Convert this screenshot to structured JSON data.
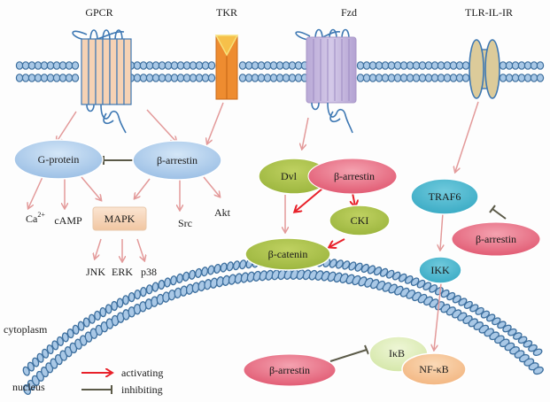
{
  "receptors": [
    {
      "id": "gpcr",
      "label": "GPCR"
    },
    {
      "id": "tkr",
      "label": "TKR"
    },
    {
      "id": "fzd",
      "label": "Fzd"
    },
    {
      "id": "tlr",
      "label": "TLR-IL-IR"
    }
  ],
  "nodes": {
    "g_protein": "G-protein",
    "b_arrestin_gpcr": "β-arrestin",
    "mapk": "MAPK",
    "ca": "Ca",
    "ca_sup": "2+",
    "camp": "cAMP",
    "src": "Src",
    "akt": "Akt",
    "jnk": "JNK",
    "erk": "ERK",
    "p38": "p38",
    "dvl": "Dvl",
    "b_arrestin_wnt": "β-arrestin",
    "cki": "CKI",
    "b_catenin": "β-catenin",
    "traf6": "TRAF6",
    "b_arrestin_tlr": "β-arrestin",
    "ikk": "IKK",
    "ikb": "IκB",
    "nfkb": "NF-κB",
    "b_arrestin_nuc": "β-arrestin"
  },
  "compartments": {
    "cytoplasm": "cytoplasm",
    "nucleus": "nucleus"
  },
  "legend": {
    "activating": "activating",
    "inhibiting": "inhibiting"
  },
  "colors": {
    "membrane_bead": "#a9c8e6",
    "membrane_stroke": "#3d6f9e",
    "gpcr_fill": "#f6d2b4",
    "tkr_fill": "#ee8c30",
    "fzd_fill": "#c2b4dc",
    "tlr_fill": "#dccb9a",
    "blue_node": "#a9c9ea",
    "green_node": "#a9c04a",
    "pink_node": "#e86b82",
    "cyan_node": "#4bb8cf",
    "ikb_node": "#dcecb4",
    "nfkb_node": "#f6c493",
    "mapk_fill": "#f6d3b6",
    "pink_arrow": "#e39a9a",
    "red_arrow": "#e8212a",
    "inhibit": "#5b5a48"
  }
}
